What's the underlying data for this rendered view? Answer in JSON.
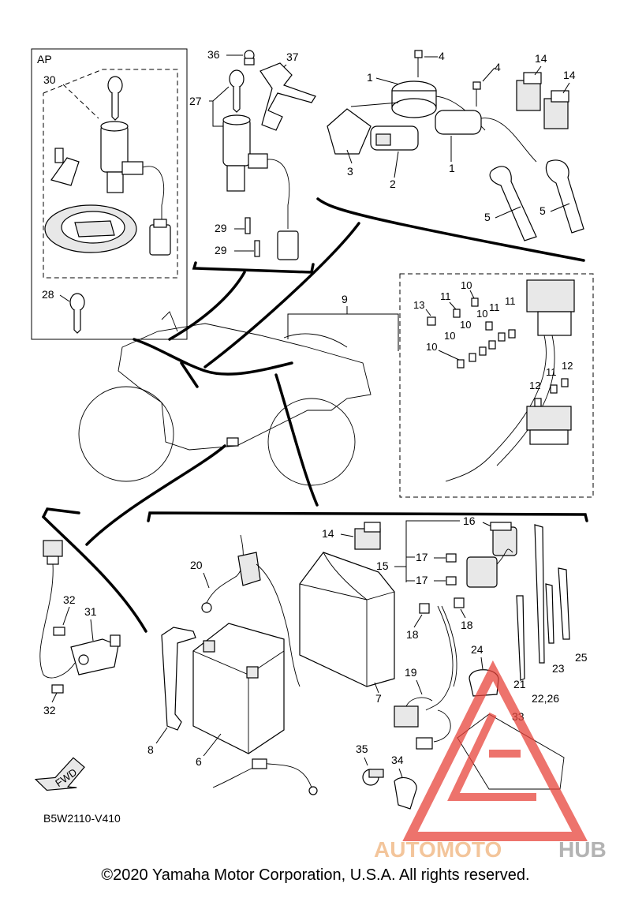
{
  "diagram_code": "B5W2110-V410",
  "copyright": "©2020 Yamaha Motor Corporation, U.S.A. All rights reserved.",
  "ap_label": "AP",
  "fwd_label": "FWD",
  "watermark": {
    "text_a": "AUTOMOTO",
    "text_b": "HUB",
    "color_a": "#f0b27a",
    "color_b": "#9a9a9a",
    "triangle_color": "#e8453c"
  },
  "callouts": {
    "c1a": "1",
    "c1b": "1",
    "c2": "2",
    "c3": "3",
    "c4a": "4",
    "c4b": "4",
    "c5a": "5",
    "c5b": "5",
    "c6": "6",
    "c7": "7",
    "c8": "8",
    "c9": "9",
    "c10a": "10",
    "c10b": "10",
    "c10c": "10",
    "c10d": "10",
    "c10e": "10",
    "c11a": "11",
    "c11b": "11",
    "c11c": "11",
    "c11d": "11",
    "c12a": "12",
    "c12b": "12",
    "c13": "13",
    "c14a": "14",
    "c14b": "14",
    "c14c": "14",
    "c15": "15",
    "c16": "16",
    "c17a": "17",
    "c17b": "17",
    "c18a": "18",
    "c18b": "18",
    "c19": "19",
    "c20": "20",
    "c21": "21",
    "c22": "22,26",
    "c23": "23",
    "c24": "24",
    "c25": "25",
    "c27": "27",
    "c28": "28",
    "c29a": "29",
    "c29b": "29",
    "c30": "30",
    "c31": "31",
    "c32a": "32",
    "c32b": "32",
    "c33": "33",
    "c34": "34",
    "c35": "35",
    "c36": "36",
    "c37": "37"
  }
}
